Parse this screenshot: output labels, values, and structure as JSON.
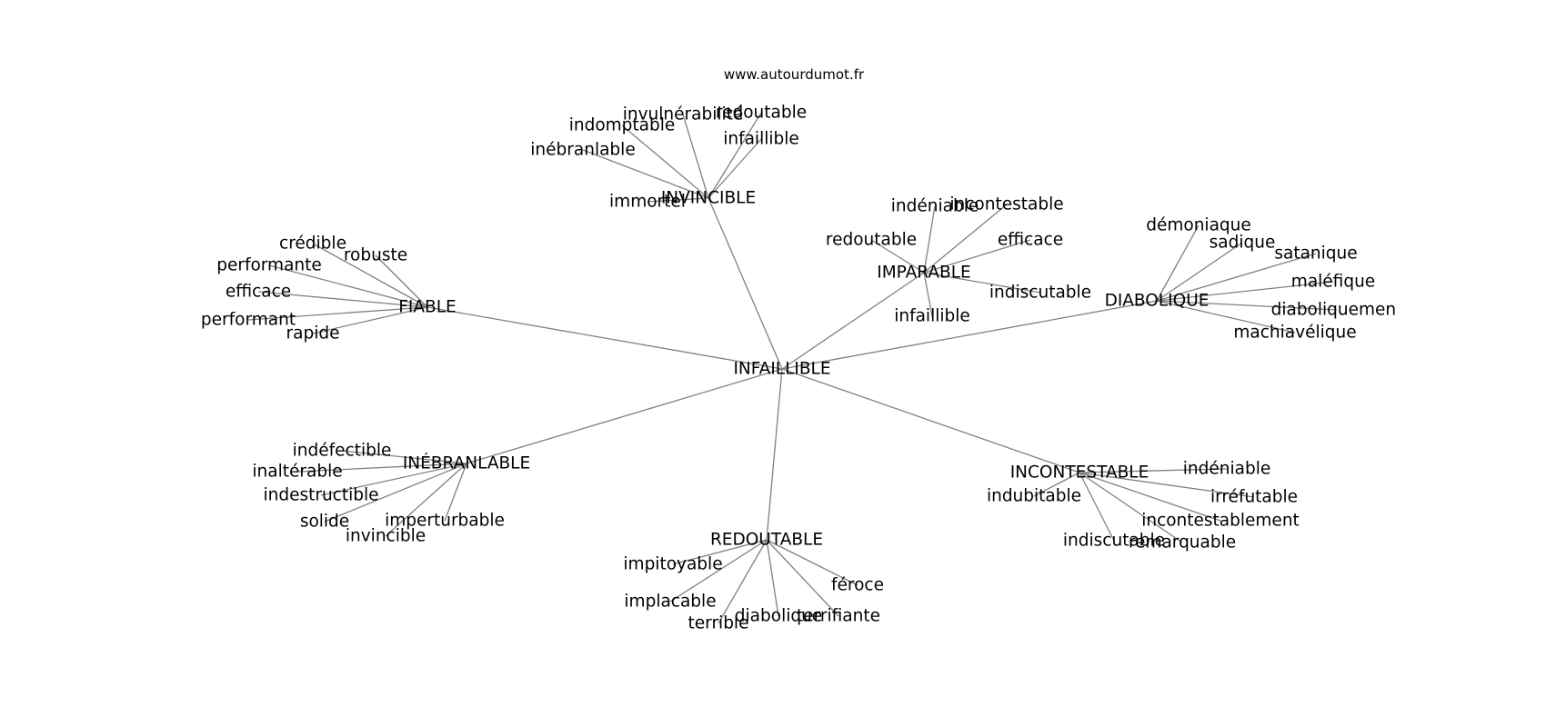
{
  "source_label": "www.autourdumot.fr",
  "center": {
    "label": "INFAILLIBLE"
  },
  "clusters": [
    {
      "id": "fiable",
      "label": "FIABLE",
      "words": [
        "crédible",
        "robuste",
        "performante",
        "efficace",
        "performant",
        "rapide"
      ]
    },
    {
      "id": "invincible",
      "label": "INVINCIBLE",
      "words": [
        "invulnérabilité",
        "redoutable",
        "indomptable",
        "infaillible",
        "inébranlable",
        "immortel"
      ]
    },
    {
      "id": "imparable",
      "label": "IMPARABLE",
      "words": [
        "indéniable",
        "incontestable",
        "redoutable",
        "efficace",
        "indiscutable",
        "infaillible"
      ]
    },
    {
      "id": "diabolique",
      "label": "DIABOLIQUE",
      "words": [
        "démoniaque",
        "sadique",
        "satanique",
        "maléfique",
        "diaboliquement",
        "machiavélique"
      ]
    },
    {
      "id": "inebranlable",
      "label": "INÉBRANLABLE",
      "words": [
        "indéfectible",
        "inaltérable",
        "indestructible",
        "solide",
        "imperturbable",
        "invincible"
      ]
    },
    {
      "id": "redoutable",
      "label": "REDOUTABLE",
      "words": [
        "impitoyable",
        "implacable",
        "terrible",
        "diabolique",
        "terrifiante",
        "féroce"
      ]
    },
    {
      "id": "incontestable",
      "label": "INCONTESTABLE",
      "words": [
        "indéniable",
        "indubitable",
        "irréfutable",
        "incontestablement",
        "indiscutable",
        "remarquable"
      ]
    }
  ]
}
